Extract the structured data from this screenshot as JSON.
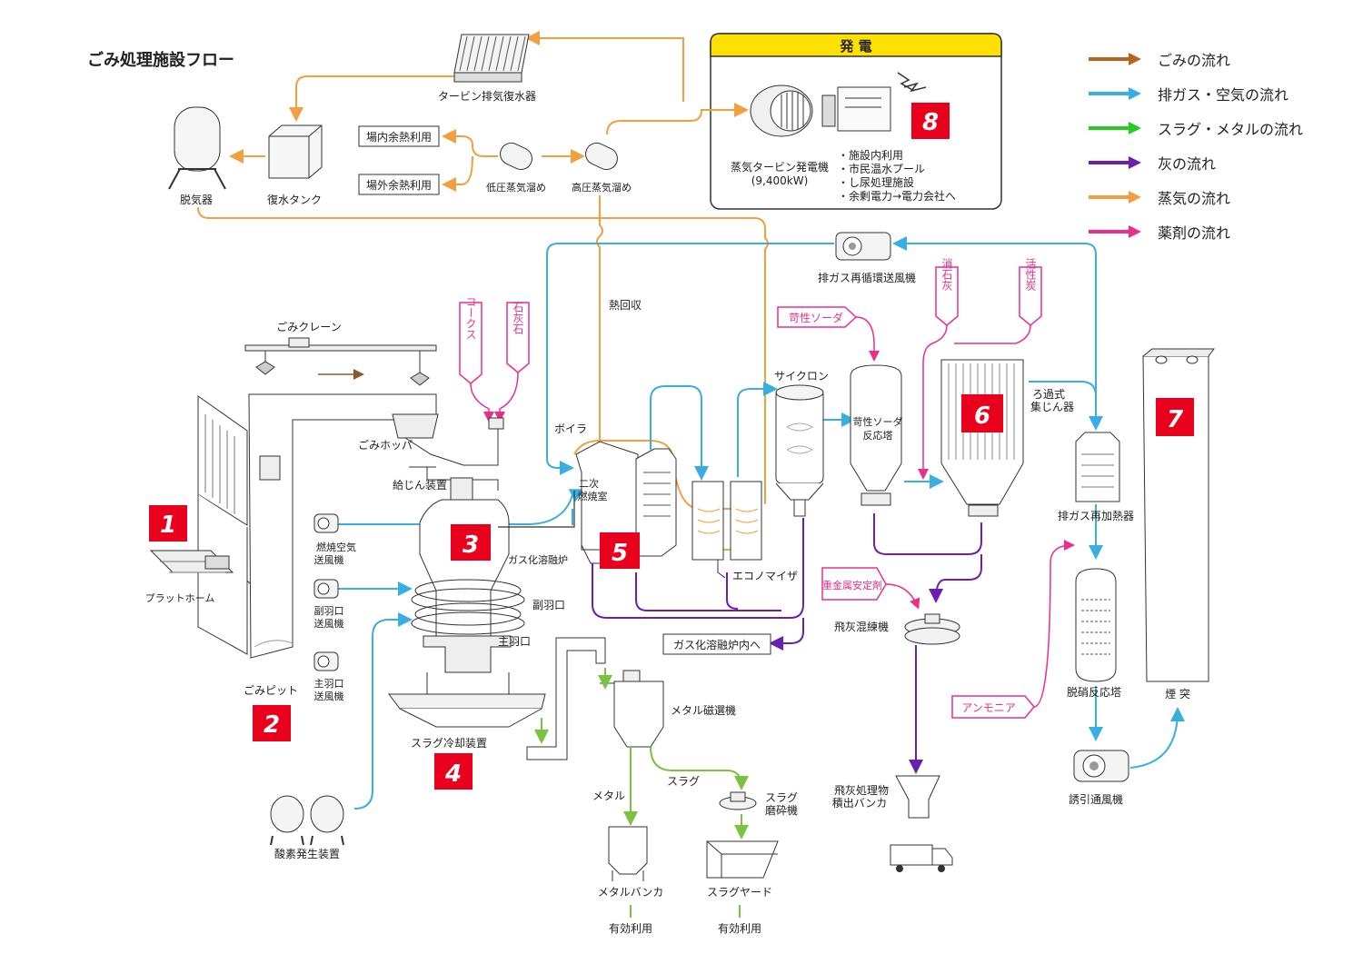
{
  "title": "ごみ処理施設フロー",
  "legend": [
    {
      "label": "ごみの流れ",
      "color": "#b5651d"
    },
    {
      "label": "排ガス・空気の流れ",
      "color": "#3aaee0"
    },
    {
      "label": "スラグ・メタルの流れ",
      "color": "#22cc22"
    },
    {
      "label": "灰の流れ",
      "color": "#6a1fb0"
    },
    {
      "label": "蒸気の流れ",
      "color": "#f0a040"
    },
    {
      "label": "薬剤の流れ",
      "color": "#e8308a"
    }
  ],
  "power": {
    "header": "発 電",
    "number": "8",
    "generator_label": "蒸気タービン発電機",
    "generator_capacity": "(9,400kW)",
    "uses": [
      "・施設内利用",
      "・市民温水プール",
      "・し尿処理施設",
      "・余剰電力→電力会社へ"
    ]
  },
  "numbers": {
    "n1": "1",
    "n2": "2",
    "n3": "3",
    "n4": "4",
    "n5": "5",
    "n6": "6",
    "n7": "7"
  },
  "labels": {
    "turbine_condenser": "タービン排気復水器",
    "deaerator": "脱気器",
    "condensate_tank": "復水タンク",
    "onsite_heat": "場内余熱利用",
    "offsite_heat": "場外余熱利用",
    "low_pressure_header": "低圧蒸気溜め",
    "high_pressure_header": "高圧蒸気溜め",
    "recirc_fan": "排ガス再循環送風機",
    "heat_recovery": "熱回収",
    "coke": "コークス",
    "limestone": "石灰石",
    "crane": "ごみクレーン",
    "hopper": "ごみホッパ",
    "feeder": "給じん装置",
    "platform": "プラットホーム",
    "pit": "ごみピット",
    "combustion_fan": "燃焼空気送風機",
    "sub_tuyere_fan": "副羽口送風機",
    "main_tuyere_fan": "主羽口送風機",
    "boiler": "ボイラ",
    "secondary_chamber": "二次燃焼室",
    "melting_furnace": "ガス化溶融炉",
    "sub_tuyere": "副羽口",
    "main_tuyere": "主羽口",
    "economizer": "エコノマイザ",
    "cyclone": "サイクロン",
    "caustic_soda": "苛性ソーダ",
    "caustic_tower": "苛性ソーダ反応塔",
    "slaked_lime": "消石灰",
    "activated_carbon": "活性炭",
    "bag_filter": "ろ過式集じん器",
    "reheater": "排ガス再加熱器",
    "chimney": "煙 突",
    "heavy_metal": "重金属安定剤",
    "ash_mixer": "飛灰混練機",
    "to_furnace": "ガス化溶融炉内へ",
    "ammonia": "アンモニア",
    "denox": "脱硝反応塔",
    "id_fan": "誘引通風機",
    "slag_cooler": "スラグ冷却装置",
    "oxygen_generator": "酸素発生装置",
    "magnetic_separator": "メタル磁選機",
    "metal": "メタル",
    "slag": "スラグ",
    "slag_grinder": "スラグ磨砕機",
    "metal_bunker": "メタルバンカ",
    "slag_yard": "スラグヤード",
    "reuse1": "有効利用",
    "reuse2": "有効利用",
    "ash_bunker": "飛灰処理物積出バンカ"
  }
}
